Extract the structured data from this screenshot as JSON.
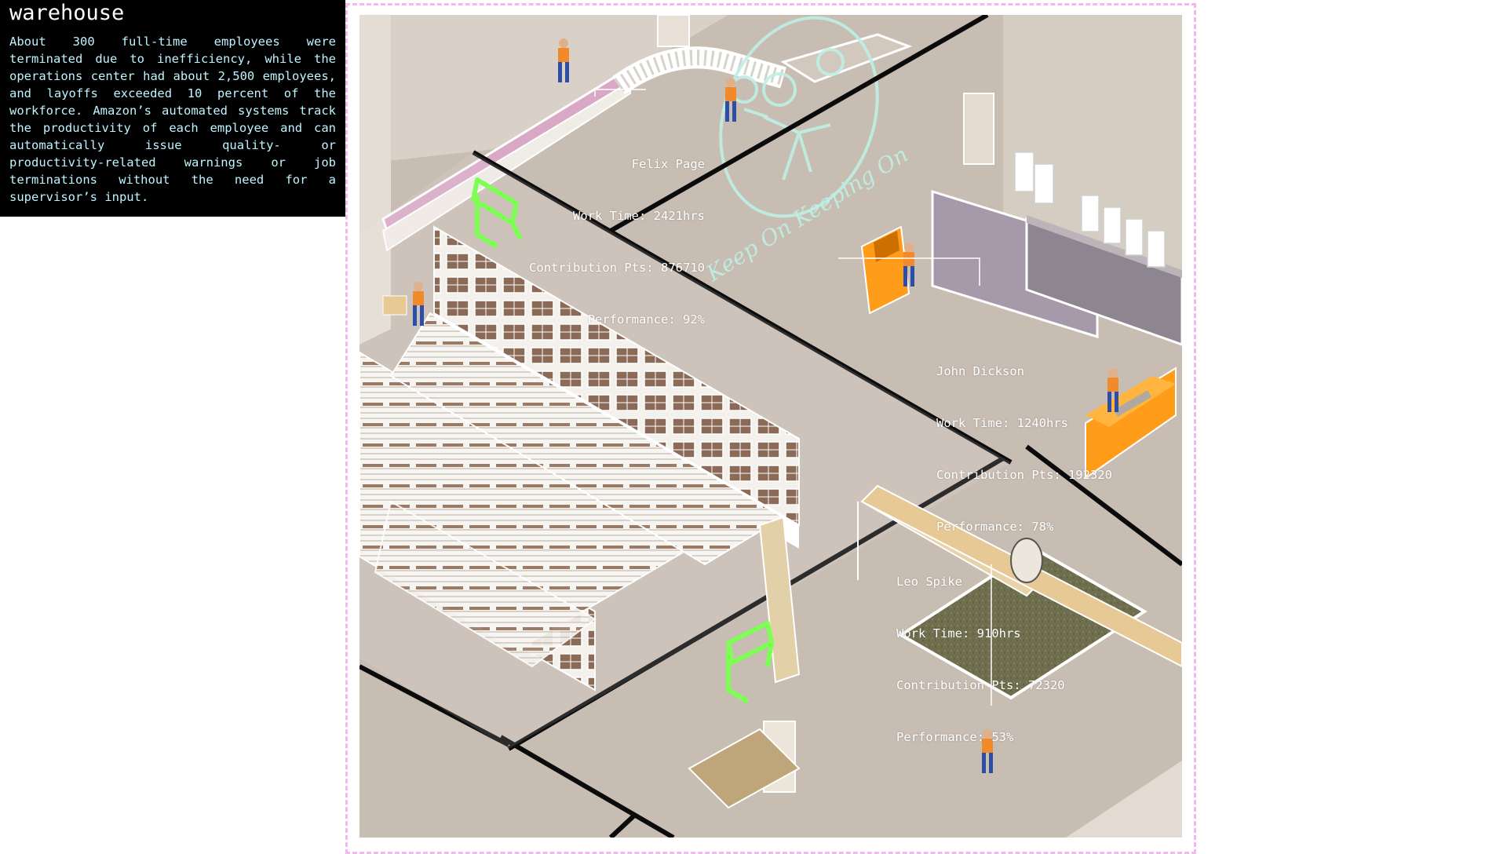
{
  "panel": {
    "title": "warehouse",
    "body": "About 300 full-time employees were terminated due to inefficiency, while the operations center had about 2,500 employees, and layoffs exceeded 10 percent of the workforce. Amazon’s automated systems track the productivity of each employee and can automatically issue quality- or productivity-related warnings or job terminations without the need for a supervisor’s input."
  },
  "scene": {
    "neon_sign_text": "Keep On Keeping On",
    "neon_color": "#bfefe6",
    "camera_color": "#7dff54",
    "floor_color": "#c7bdb2",
    "machine_orange": "#ff9d1a"
  },
  "workers": [
    {
      "name": "Felix Page",
      "work_time": "Work Time: 2421hrs",
      "contribution": "Contribution Pts: 876710",
      "performance": "Performance: 92%"
    },
    {
      "name": "John Dickson",
      "work_time": "Work Time: 1240hrs",
      "contribution": "Contribution Pts: 192320",
      "performance": "Performance: 78%"
    },
    {
      "name": "Leo Spike",
      "work_time": "Work Time: 910hrs",
      "contribution": "Contribution Pts: 72320",
      "performance": "Performance: 53%"
    }
  ]
}
